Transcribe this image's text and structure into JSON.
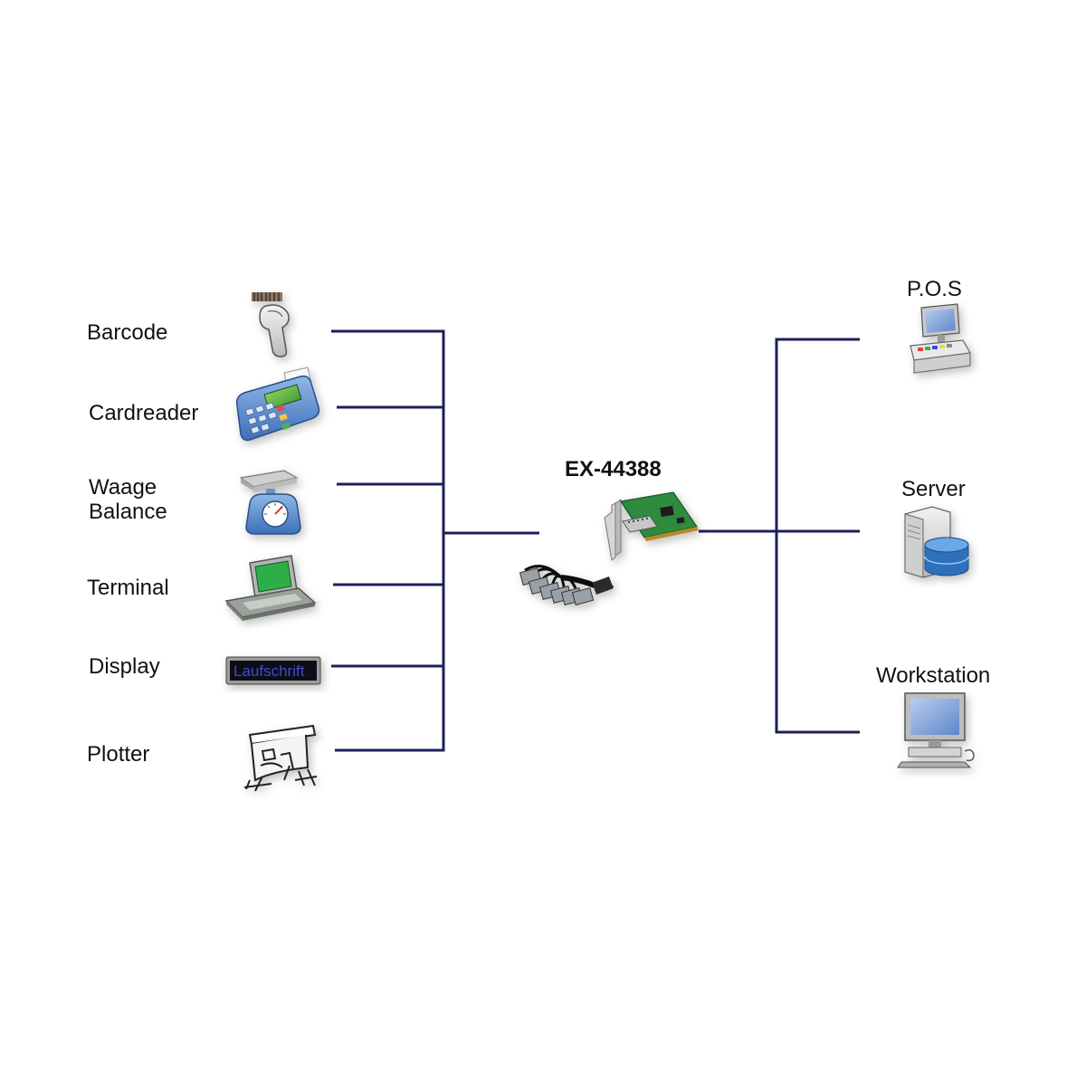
{
  "hub": {
    "label": "EX-44388",
    "icon": "pcie-serial-card-icon"
  },
  "devices": [
    {
      "id": "barcode",
      "label": "Barcode",
      "icon": "barcode-scanner-icon"
    },
    {
      "id": "cardreader",
      "label": "Cardreader",
      "icon": "card-reader-icon"
    },
    {
      "id": "scale",
      "label_line1": "Waage",
      "label_line2": "Balance",
      "icon": "scale-icon"
    },
    {
      "id": "terminal",
      "label": "Terminal",
      "icon": "terminal-icon"
    },
    {
      "id": "display",
      "label": "Display",
      "screen_text": "Laufschrift",
      "icon": "led-display-icon"
    },
    {
      "id": "plotter",
      "label": "Plotter",
      "icon": "plotter-icon"
    }
  ],
  "hosts": [
    {
      "id": "pos",
      "label": "P.O.S",
      "icon": "pos-terminal-icon"
    },
    {
      "id": "server",
      "label": "Server",
      "icon": "server-icon"
    },
    {
      "id": "workstation",
      "label": "Workstation",
      "icon": "workstation-icon"
    }
  ],
  "colors": {
    "wire": "#1c1f5a",
    "text": "#111111"
  }
}
